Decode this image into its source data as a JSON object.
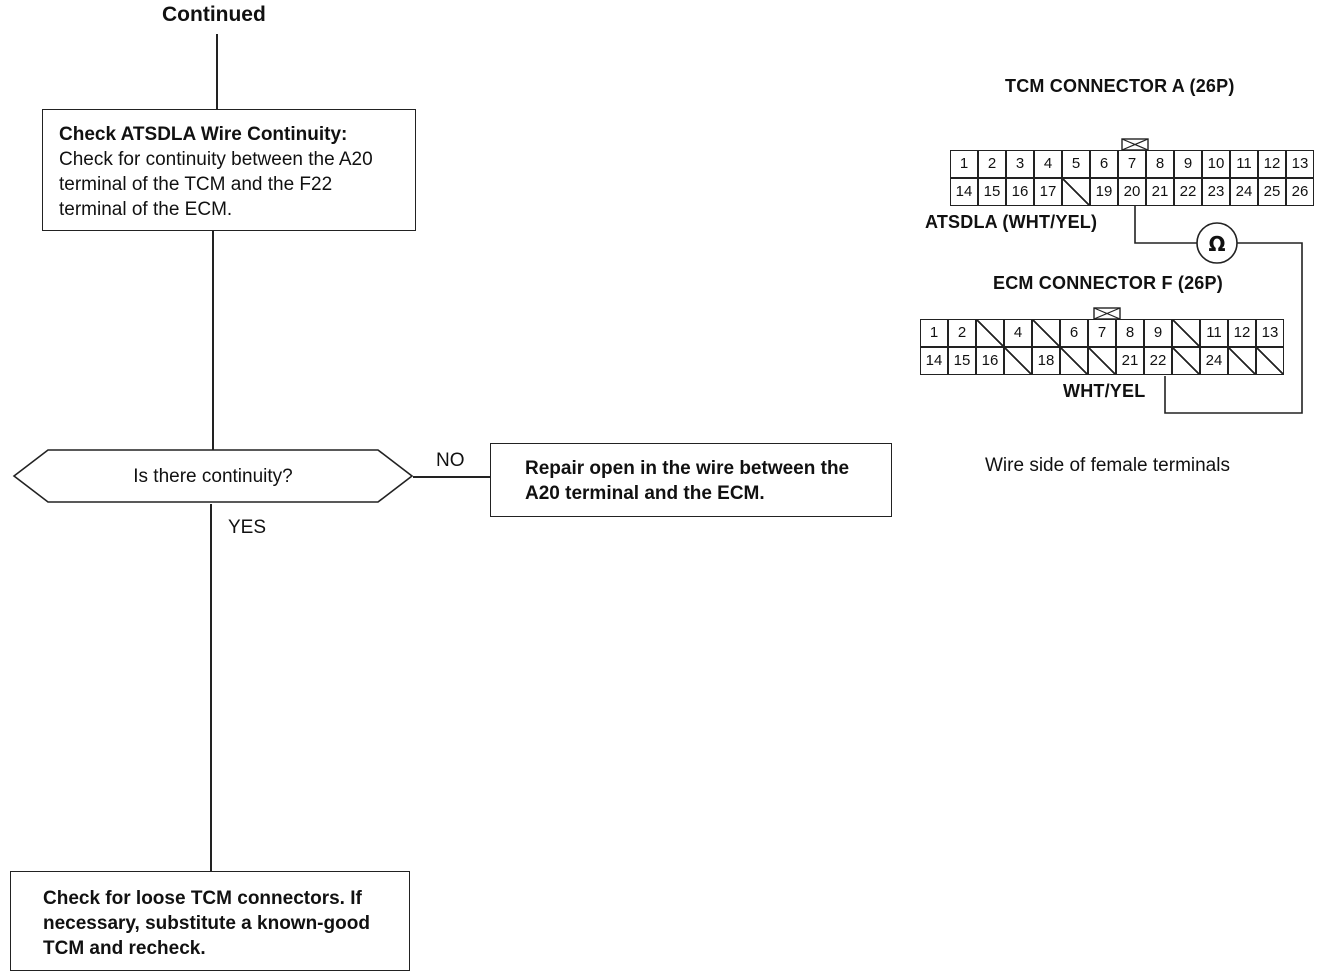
{
  "flow": {
    "continued": "Continued",
    "step1_title": "Check ATSDLA Wire Continuity:",
    "step1_body": "Check for continuity between the A20 terminal of the TCM and the F22 terminal of the ECM.",
    "question": "Is there continuity?",
    "no_label": "NO",
    "yes_label": "YES",
    "repair": "Repair open in the wire between the A20 terminal and the ECM.",
    "final": "Check for loose TCM connectors. If necessary, substitute a known-good TCM and recheck."
  },
  "tcm_connector": {
    "title": "TCM CONNECTOR A (26P)",
    "row1": [
      "1",
      "2",
      "3",
      "4",
      "5",
      "6",
      "7",
      "8",
      "9",
      "10",
      "11",
      "12",
      "13"
    ],
    "row2": [
      "14",
      "15",
      "16",
      "17",
      "",
      "19",
      "20",
      "21",
      "22",
      "23",
      "24",
      "25",
      "26"
    ],
    "wire_label": "ATSDLA (WHT/YEL)"
  },
  "ecm_connector": {
    "title": "ECM CONNECTOR F (26P)",
    "row1": [
      "1",
      "2",
      "",
      "4",
      "",
      "6",
      "7",
      "8",
      "9",
      "",
      "11",
      "12",
      "13"
    ],
    "row2": [
      "14",
      "15",
      "16",
      "",
      "18",
      "",
      "",
      "21",
      "22",
      "",
      "24",
      "",
      ""
    ],
    "wire_label": "WHT/YEL"
  },
  "meter_symbol": "Ω",
  "caption": "Wire side of female terminals"
}
